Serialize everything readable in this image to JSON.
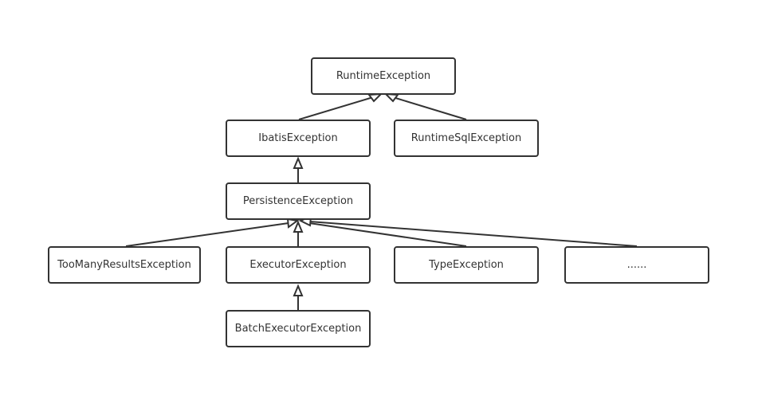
{
  "nodes": {
    "runtime_exception": "RuntimeException",
    "ibatis_exception": "IbatisException",
    "runtime_sql_exception": "RuntimeSqlException",
    "persistence_exception": "PersistenceException",
    "too_many_results_exception": "TooManyResultsException",
    "executor_exception": "ExecutorException",
    "type_exception": "TypeException",
    "more": "......",
    "batch_executor_exception": "BatchExecutorException"
  },
  "edges": [
    {
      "from": "IbatisException",
      "to": "RuntimeException"
    },
    {
      "from": "RuntimeSqlException",
      "to": "RuntimeException"
    },
    {
      "from": "PersistenceException",
      "to": "IbatisException"
    },
    {
      "from": "TooManyResultsException",
      "to": "PersistenceException"
    },
    {
      "from": "ExecutorException",
      "to": "PersistenceException"
    },
    {
      "from": "TypeException",
      "to": "PersistenceException"
    },
    {
      "from": "......",
      "to": "PersistenceException"
    },
    {
      "from": "BatchExecutorException",
      "to": "ExecutorException"
    }
  ],
  "colors": {
    "stroke": "#333333",
    "background": "#ffffff"
  }
}
